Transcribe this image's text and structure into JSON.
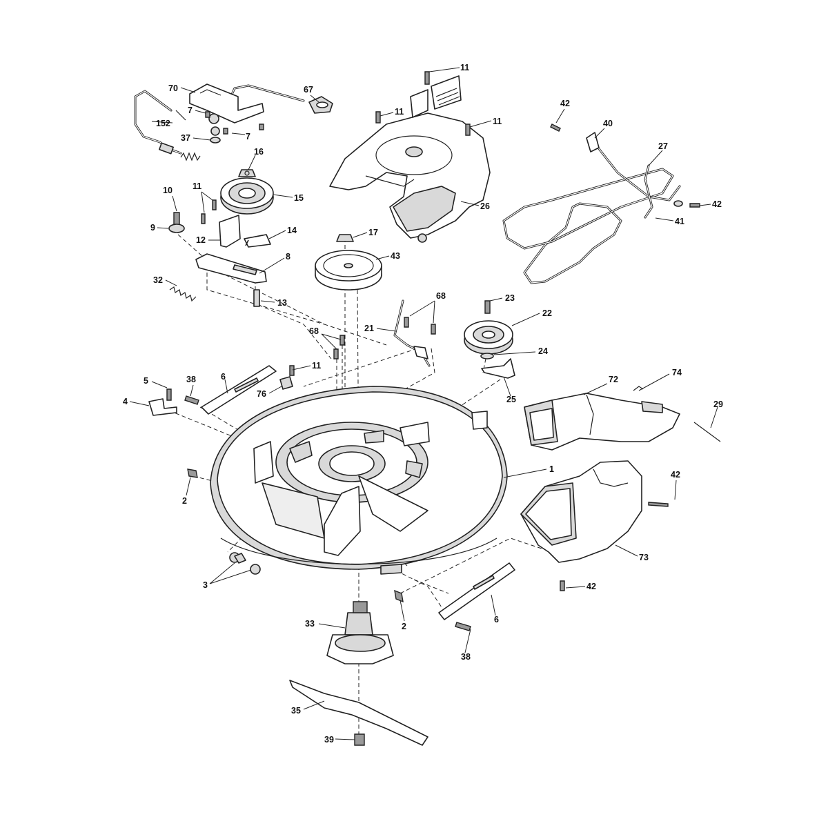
{
  "diagram": {
    "callouts": [
      {
        "id": "c70",
        "text": "70"
      },
      {
        "id": "c67",
        "text": "67"
      },
      {
        "id": "c7a",
        "text": "7"
      },
      {
        "id": "c7b",
        "text": "7"
      },
      {
        "id": "c152",
        "text": "152"
      },
      {
        "id": "c37",
        "text": "37"
      },
      {
        "id": "c16",
        "text": "16"
      },
      {
        "id": "c15",
        "text": "15"
      },
      {
        "id": "c10",
        "text": "10"
      },
      {
        "id": "c11a",
        "text": "11"
      },
      {
        "id": "c9",
        "text": "9"
      },
      {
        "id": "c12",
        "text": "12"
      },
      {
        "id": "c14",
        "text": "14"
      },
      {
        "id": "c8",
        "text": "8"
      },
      {
        "id": "c32",
        "text": "32"
      },
      {
        "id": "c13",
        "text": "13"
      },
      {
        "id": "c11b",
        "text": "11"
      },
      {
        "id": "c11c",
        "text": "11"
      },
      {
        "id": "c11d",
        "text": "11"
      },
      {
        "id": "c26",
        "text": "26"
      },
      {
        "id": "c17",
        "text": "17"
      },
      {
        "id": "c43",
        "text": "43"
      },
      {
        "id": "c42a",
        "text": "42"
      },
      {
        "id": "c40",
        "text": "40"
      },
      {
        "id": "c27",
        "text": "27"
      },
      {
        "id": "c42b",
        "text": "42"
      },
      {
        "id": "c41",
        "text": "41"
      },
      {
        "id": "c68a",
        "text": "68"
      },
      {
        "id": "c21",
        "text": "21"
      },
      {
        "id": "c68b",
        "text": "68"
      },
      {
        "id": "c11e",
        "text": "11"
      },
      {
        "id": "c23",
        "text": "23"
      },
      {
        "id": "c22",
        "text": "22"
      },
      {
        "id": "c24",
        "text": "24"
      },
      {
        "id": "c25",
        "text": "25"
      },
      {
        "id": "c5",
        "text": "5"
      },
      {
        "id": "c38a",
        "text": "38"
      },
      {
        "id": "c6a",
        "text": "6"
      },
      {
        "id": "c76",
        "text": "76"
      },
      {
        "id": "c4",
        "text": "4"
      },
      {
        "id": "c72",
        "text": "72"
      },
      {
        "id": "c74",
        "text": "74"
      },
      {
        "id": "c29",
        "text": "29"
      },
      {
        "id": "c1",
        "text": "1"
      },
      {
        "id": "c2a",
        "text": "2"
      },
      {
        "id": "c42c",
        "text": "42"
      },
      {
        "id": "c73",
        "text": "73"
      },
      {
        "id": "c42d",
        "text": "42"
      },
      {
        "id": "c3",
        "text": "3"
      },
      {
        "id": "c2b",
        "text": "2"
      },
      {
        "id": "c6b",
        "text": "6"
      },
      {
        "id": "c33",
        "text": "33"
      },
      {
        "id": "c38b",
        "text": "38"
      },
      {
        "id": "c35",
        "text": "35"
      },
      {
        "id": "c39",
        "text": "39"
      }
    ]
  }
}
